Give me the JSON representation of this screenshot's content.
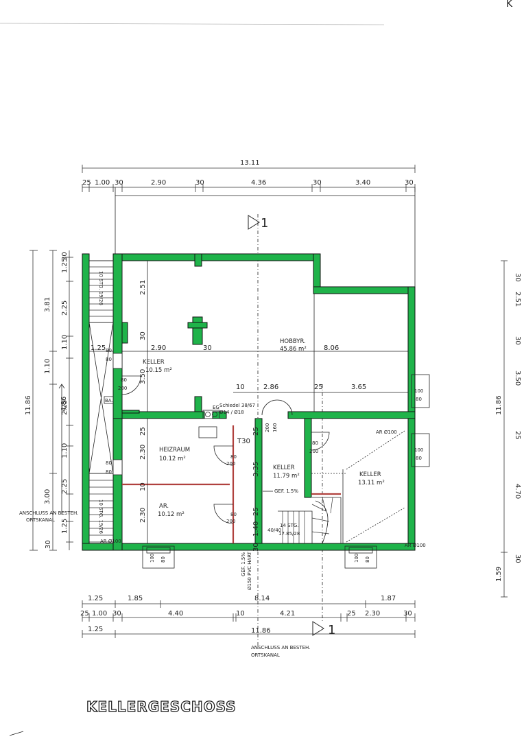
{
  "title": "KELLERGESCHOSS",
  "corner_mark": "K",
  "dims_top": {
    "total": "13.11",
    "segments": [
      "25",
      "1.00",
      "30",
      "2.90",
      "30",
      "4.36",
      "30",
      "3.40",
      "30"
    ]
  },
  "dims_left": {
    "total": "11.86",
    "mid": [
      "3.81",
      "1.10",
      "4.86",
      "3.00"
    ],
    "inner": [
      "30",
      "1.25",
      "2.25",
      "1.10",
      "2.25",
      "1.10",
      "2.25",
      "1.25",
      "30"
    ]
  },
  "dims_right": {
    "total": "11.86",
    "bottom": "1.59",
    "inner": [
      "30",
      "2.51",
      "30",
      "3.50",
      "25",
      "4.70",
      "30"
    ]
  },
  "dims_bottom": {
    "row1": [
      "1.25",
      "1.85",
      "8.14",
      "1.87"
    ],
    "row2": [
      "25",
      "1.00",
      "30",
      "4.40",
      "10",
      "4.21",
      "25",
      "2.30",
      "30"
    ],
    "row3": [
      "1.25",
      "11.86"
    ]
  },
  "section_marker": "1",
  "rooms": {
    "hobby": {
      "name": "HOBBYR.",
      "area": "45.86 m²"
    },
    "keller1": {
      "name": "KELLER",
      "area": "10.15 m²"
    },
    "heiz": {
      "name": "HEIZRAUM",
      "area": "10.12 m²"
    },
    "ar": {
      "name": "AR.",
      "area": "10.12 m²"
    },
    "keller2": {
      "name": "KELLER",
      "area": "11.79 m²"
    },
    "keller3": {
      "name": "KELLER",
      "area": "13.11 m²"
    }
  },
  "inner_dims": {
    "d251": "2.51",
    "d30a": "30",
    "d125": "1.25",
    "d290": "2.90",
    "d30b": "30",
    "d806": "8.06",
    "d350": "3.50",
    "d10": "10",
    "d286": "2.86",
    "d25a": "25",
    "d365": "3.65",
    "d25b": "25",
    "d230a": "2.30",
    "d10b": "10",
    "d230b": "2.30",
    "d25c": "25",
    "d335": "3.35",
    "d25d": "25",
    "d140": "1.40",
    "d30c": "30"
  },
  "stairs": {
    "upper": "10 STG. 19/26",
    "lower": "10 STG. 19/26",
    "inner": "14 STG.",
    "inner_ratio": "17.85/28"
  },
  "door_labels": {
    "d1a": "80",
    "d1b": "200",
    "d2a": "80",
    "d2b": "200",
    "d3a": "80",
    "d3b": "200",
    "d4a": "80",
    "d4b": "200",
    "d5a": "200",
    "d5b": "160",
    "w1a": "80",
    "w1b": "80",
    "w2a": "80",
    "w2b": "80"
  },
  "windows": {
    "w_a": [
      "100",
      "80"
    ],
    "w_b": [
      "100",
      "80"
    ],
    "w_c": [
      "100",
      "80"
    ],
    "w_d": [
      "100",
      "80"
    ]
  },
  "annotations": {
    "schiedel": "Schiedel 38/67",
    "schiedel_sub": "Ø14 / Ø18",
    "t30": "T30",
    "ar1": "AR Ø100",
    "ar2": "AR Ø100",
    "ar3": "AR Ø100",
    "gef": "GEF. 1.5%",
    "pvc": "Ø150 PVC HART",
    "gef_v": "GEF. 1.5%",
    "ba": "BA.",
    "ratio_40": "40/40",
    "eg": "EG",
    "anschluss_left1": "ANSCHLUSS AN BESTEH.",
    "anschluss_left2": "ORTSKANAL",
    "anschluss_bottom1": "ANSCHLUSS AN BESTEH.",
    "anschluss_bottom2": "ORTSKANAL"
  }
}
